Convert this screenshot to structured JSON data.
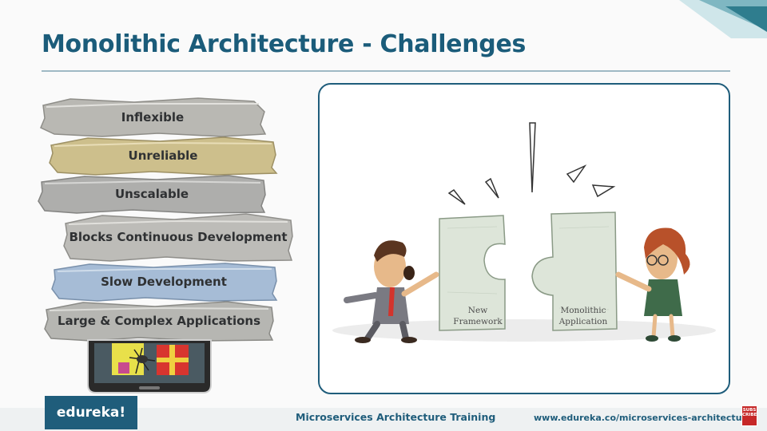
{
  "slide": {
    "title": "Monolithic Architecture - Challenges",
    "challenges": [
      {
        "label": "Inflexible",
        "color": "#b9b8b3"
      },
      {
        "label": "Unreliable",
        "color": "#cdbf8c"
      },
      {
        "label": "Unscalable",
        "color": "#aeaeac"
      },
      {
        "label": "Blocks Continuous Development",
        "color": "#bdbcb8"
      },
      {
        "label": "Slow Development",
        "color": "#a6bcd6"
      },
      {
        "label": "Large & Complex Applications",
        "color": "#b6b6b2"
      }
    ],
    "illustration": {
      "left_piece_label": "New\nFramework",
      "right_piece_label": "Monolithic\nApplication"
    }
  },
  "footer": {
    "logo_text": "edureka!",
    "course_title": "Microservices Architecture Training",
    "url": "www.edureka.co/microservices-architecture-training",
    "subscribe_text": "SUBS CRIBE"
  },
  "colors": {
    "brand": "#1f5d7b",
    "title": "#1b5c7a",
    "subscribe": "#c62828"
  }
}
